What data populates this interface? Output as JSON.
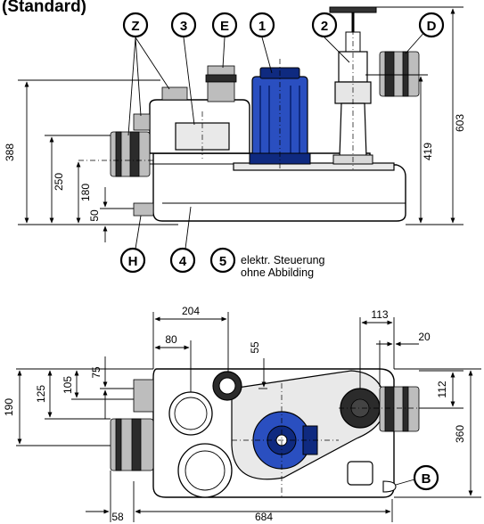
{
  "title": "(Standard)",
  "callouts": {
    "z": "Z",
    "three": "3",
    "e": "E",
    "one": "1",
    "two": "2",
    "d": "D",
    "h": "H",
    "four": "4",
    "five": "5",
    "b": "B"
  },
  "control_note": [
    "elektr. Steuerung",
    "ohne Abbilding"
  ],
  "side_view_dims": {
    "d388": "388",
    "d250": "250",
    "d180": "180",
    "d50": "50",
    "d419": "419",
    "d603": "603"
  },
  "top_view_dims": {
    "d204": "204",
    "d80": "80",
    "d55": "55",
    "d113": "113",
    "d20": "20",
    "d190": "190",
    "d125": "125",
    "d105": "105",
    "d75": "75",
    "d112": "112",
    "d360": "360",
    "d58": "58",
    "d684": "684"
  },
  "colors": {
    "motor_blue": "#2a4fc0",
    "motor_dark": "#0f2a80",
    "line": "#000000",
    "shade": "#e9e9e9"
  }
}
